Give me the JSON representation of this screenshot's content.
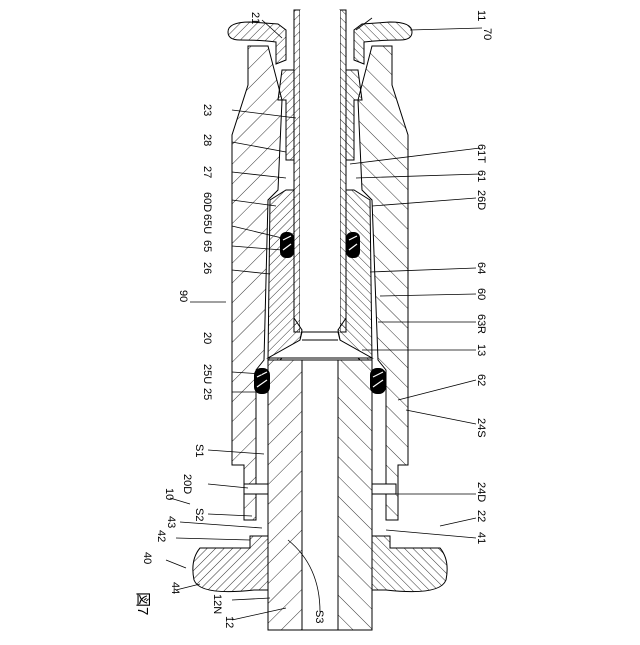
{
  "figure": {
    "label": "図7"
  },
  "labels": {
    "l21": "21",
    "l11": "11",
    "l70": "70",
    "l23": "23",
    "l28": "28",
    "l61T": "61T",
    "l27": "27",
    "l61": "61",
    "l26D": "26D",
    "l60D": "60D",
    "l65U": "65U",
    "l65": "65",
    "l26": "26",
    "l64": "64",
    "l60": "60",
    "l90": "90",
    "l20": "20",
    "lR": "R",
    "l63": "63",
    "l13": "13",
    "l25U": "25U",
    "l25": "25",
    "l62": "62",
    "l24S": "24S",
    "lS1": "S1",
    "l20D": "20D",
    "l10": "10",
    "l24D": "24D",
    "lS2": "S2",
    "l22": "22",
    "l43": "43",
    "l42": "42",
    "l41": "41",
    "l40": "40",
    "l44": "44",
    "l12N": "12N",
    "l12": "12",
    "lS3": "S3"
  }
}
